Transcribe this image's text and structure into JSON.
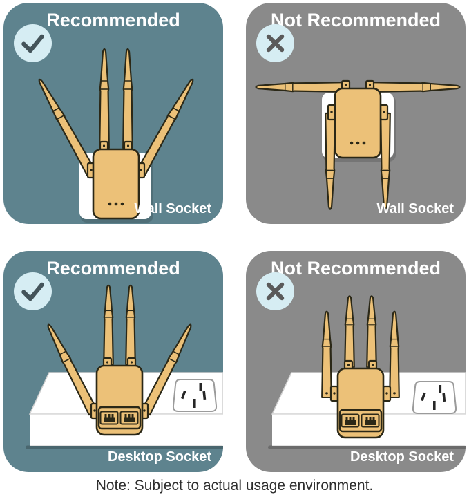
{
  "panels": [
    {
      "title": "Recommended",
      "socket_label": "Wall Socket",
      "status": "recommended",
      "badge_icon": "check-icon"
    },
    {
      "title": "Not Recommended",
      "socket_label": "Wall Socket",
      "status": "not-recommended",
      "badge_icon": "x-icon"
    },
    {
      "title": "Recommended",
      "socket_label": "Desktop Socket",
      "status": "recommended",
      "badge_icon": "check-icon"
    },
    {
      "title": "Not Recommended",
      "socket_label": "Desktop Socket",
      "status": "not-recommended",
      "badge_icon": "x-icon"
    }
  ],
  "note": {
    "text": "Note: Subject to actual usage environment."
  },
  "icons": [
    "check-icon",
    "x-icon"
  ],
  "colors": {
    "recommended_bg": "#5E838E",
    "not_recommended_bg": "#8A8A8A",
    "badge_bg": "#D6EDF3",
    "check_glyph": "#44545A",
    "x_glyph": "#5A5A5A",
    "device_fill": "#ECC178",
    "device_outline": "#2B2817",
    "socket_plate": "#FFFFFF",
    "title_text": "#FFFFFF",
    "note_text": "#2D2D2D"
  }
}
